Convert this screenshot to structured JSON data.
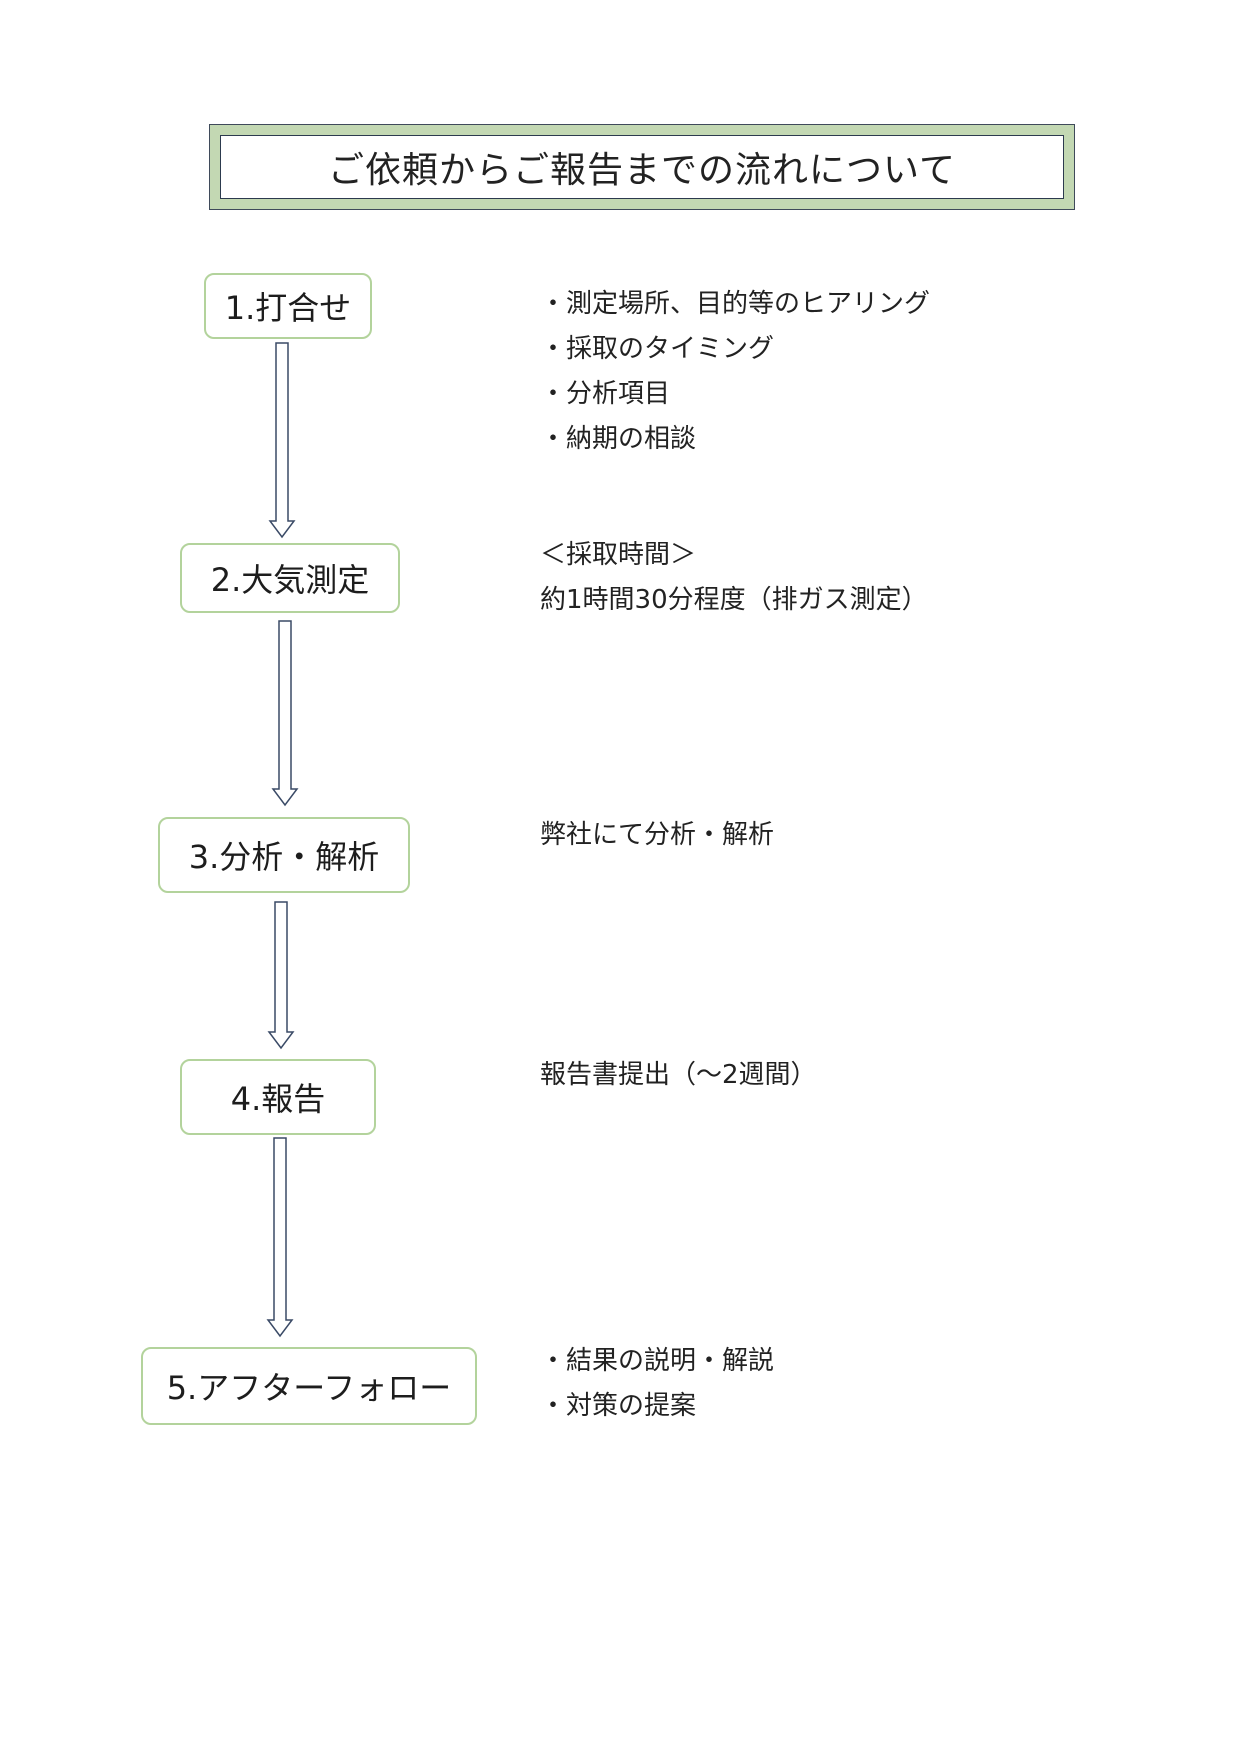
{
  "title": "ご依頼からご報告までの流れについて",
  "steps": [
    {
      "label": "1.打合せ",
      "notes": [
        "・測定場所、目的等のヒアリング",
        "・採取のタイミング",
        "・分析項目",
        "・納期の相談"
      ]
    },
    {
      "label": "2.大気測定",
      "notes": [
        "＜採取時間＞",
        "約1時間30分程度（排ガス測定）"
      ]
    },
    {
      "label": "3.分析・解析",
      "notes": [
        "弊社にて分析・解析"
      ]
    },
    {
      "label": "4.報告",
      "notes": [
        "報告書提出（～2週間）"
      ]
    },
    {
      "label": "5.アフターフォロー",
      "notes": [
        "・結果の説明・解説",
        "・対策の提案"
      ]
    }
  ],
  "colors": {
    "box_border": "#b3d39c",
    "title_frame": "#c3d8b3",
    "arrow_stroke": "#3a4a66"
  }
}
